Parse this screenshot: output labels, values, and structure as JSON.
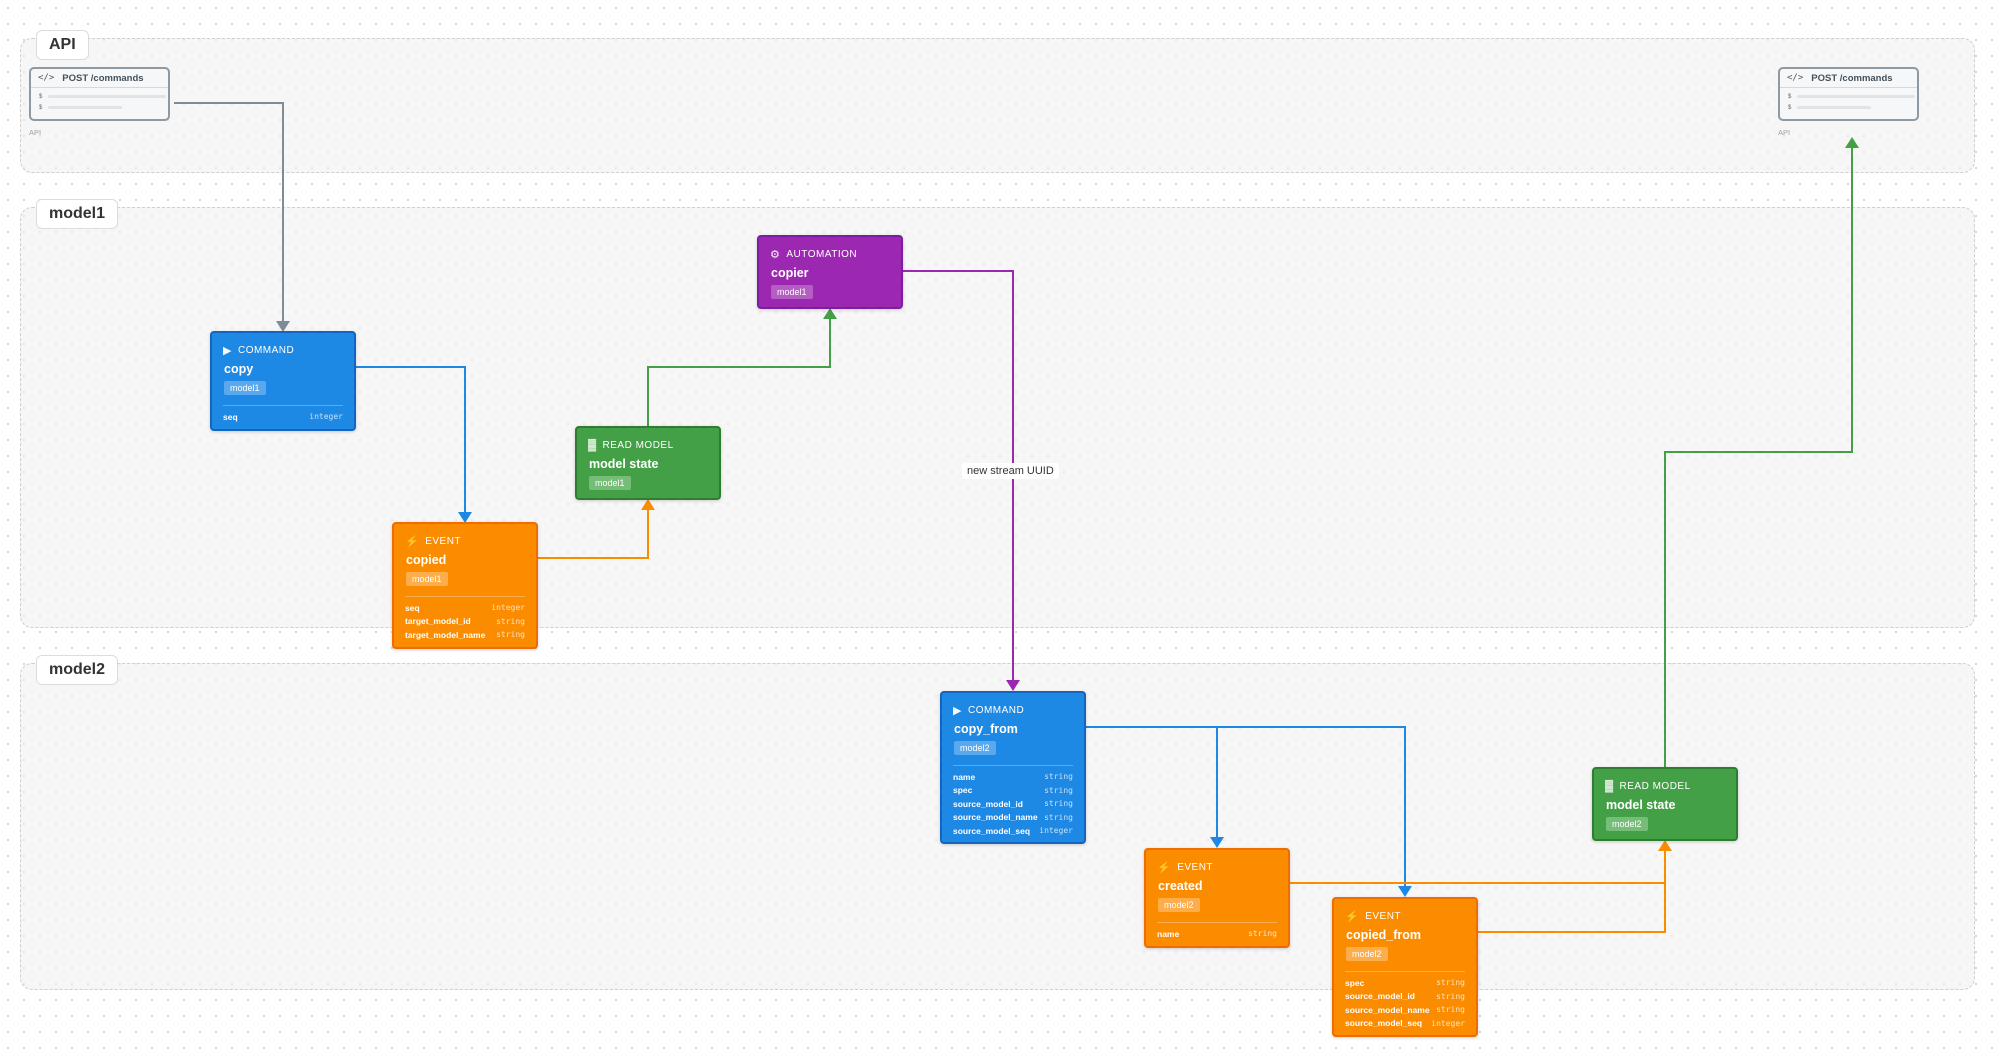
{
  "lanes": [
    {
      "id": "api",
      "label": "API"
    },
    {
      "id": "model1",
      "label": "model1"
    },
    {
      "id": "model2",
      "label": "model2"
    }
  ],
  "api_nodes": [
    {
      "icon": "code-icon",
      "icon_glyph": "</>",
      "title": "POST /commands",
      "sub": "API",
      "row_marks": [
        "$",
        "$"
      ]
    },
    {
      "icon": "code-icon",
      "icon_glyph": "</>",
      "title": "POST /commands",
      "sub": "API",
      "row_marks": [
        "$",
        "$"
      ]
    }
  ],
  "nodes": {
    "copy": {
      "kind": "COMMAND",
      "icon": "play-icon",
      "name": "copy",
      "tag": "model1",
      "fields": [
        {
          "k": "seq",
          "t": "integer"
        }
      ]
    },
    "copied": {
      "kind": "EVENT",
      "icon": "lightning-icon",
      "name": "copied",
      "tag": "model1",
      "fields": [
        {
          "k": "seq",
          "t": "integer"
        },
        {
          "k": "target_model_id",
          "t": "string"
        },
        {
          "k": "target_model_name",
          "t": "string"
        }
      ]
    },
    "model_state_1": {
      "kind": "READ MODEL",
      "icon": "chart-icon",
      "name": "model state",
      "tag": "model1",
      "fields": []
    },
    "copier": {
      "kind": "AUTOMATION",
      "icon": "gear-icon",
      "name": "copier",
      "tag": "model1",
      "fields": []
    },
    "copy_from": {
      "kind": "COMMAND",
      "icon": "play-icon",
      "name": "copy_from",
      "tag": "model2",
      "fields": [
        {
          "k": "name",
          "t": "string"
        },
        {
          "k": "spec",
          "t": "string"
        },
        {
          "k": "source_model_id",
          "t": "string"
        },
        {
          "k": "source_model_name",
          "t": "string"
        },
        {
          "k": "source_model_seq",
          "t": "integer"
        }
      ]
    },
    "created": {
      "kind": "EVENT",
      "icon": "lightning-icon",
      "name": "created",
      "tag": "model2",
      "fields": [
        {
          "k": "name",
          "t": "string"
        }
      ]
    },
    "copied_from": {
      "kind": "EVENT",
      "icon": "lightning-icon",
      "name": "copied_from",
      "tag": "model2",
      "fields": [
        {
          "k": "spec",
          "t": "string"
        },
        {
          "k": "source_model_id",
          "t": "string"
        },
        {
          "k": "source_model_name",
          "t": "string"
        },
        {
          "k": "source_model_seq",
          "t": "integer"
        }
      ]
    },
    "model_state_2": {
      "kind": "READ MODEL",
      "icon": "chart-icon",
      "name": "model state",
      "tag": "model2",
      "fields": []
    }
  },
  "edge_labels": {
    "stream": "new stream UUID"
  },
  "colors": {
    "command": "#1e88e5",
    "event": "#fb8c00",
    "read_model": "#43a047",
    "automation": "#9c27b0",
    "api_edge": "#7d8c97"
  }
}
